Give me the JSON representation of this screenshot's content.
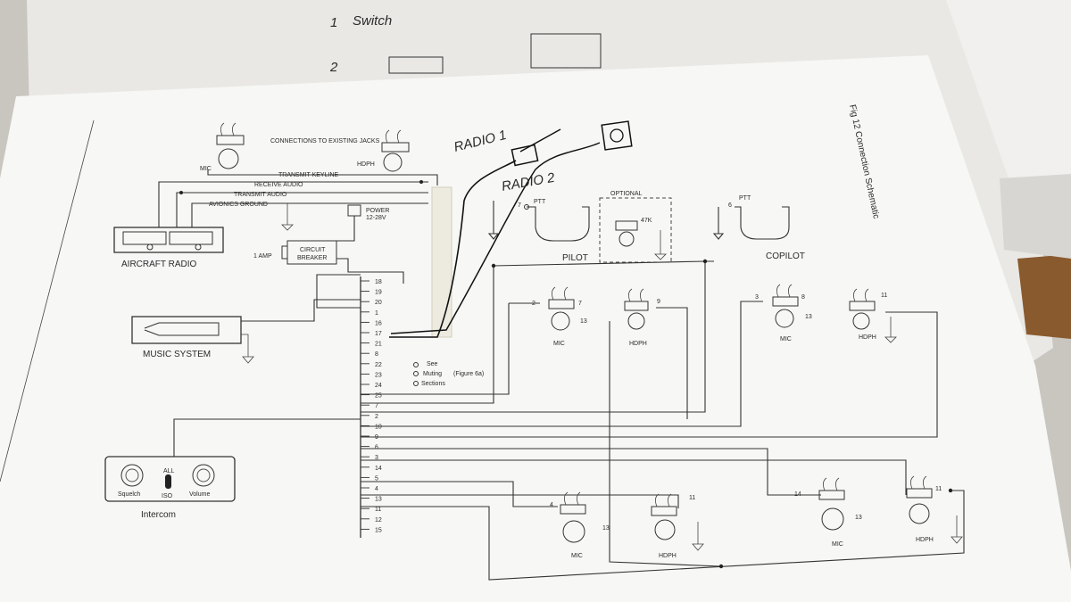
{
  "sheet": {
    "title": "Fig 12 Connection Schematic",
    "top_sheet_scribble": "Switch",
    "top_sheet_numbers": [
      "1",
      "2"
    ]
  },
  "handwritten": {
    "radio1": "RADIO 1",
    "radio2": "RADIO 2"
  },
  "left_section": {
    "connections_note": "CONNECTIONS TO EXISTING JACKS",
    "mic": "MIC",
    "hdph": "HDPH",
    "transmit_keyline": "TRANSMIT KEYLINE",
    "receive_audio": "RECEIVE AUDIO",
    "transmit_audio": "TRANSMIT AUDIO",
    "avionics_ground": "AVIONICS GROUND",
    "aircraft_radio": "AIRCRAFT RADIO",
    "power_label": "POWER",
    "power_voltage": "12-28V",
    "one_amp": "1 AMP",
    "circuit": "CIRCUIT",
    "breaker": "BREAKER",
    "music_system": "MUSIC SYSTEM",
    "intercom": "Intercom",
    "squelch": "Squelch",
    "volume": "Volume",
    "all": "ALL",
    "iso": "ISO"
  },
  "terminal_pins": [
    "18",
    "19",
    "20",
    "1",
    "16",
    "17",
    "21",
    "8",
    "22",
    "23",
    "24",
    "25",
    "7",
    "2",
    "10",
    "9",
    "6",
    "3",
    "14",
    "5",
    "4",
    "13",
    "11",
    "12",
    "15"
  ],
  "see_note": {
    "see": "See",
    "muting": "Muting",
    "figure": "(Figure 6a)",
    "sections": "Sections"
  },
  "right_section": {
    "ptt": "PTT",
    "optional": "OPTIONAL",
    "resistor": "47K",
    "pilot": "PILOT",
    "copilot": "COPILOT",
    "mic": "MIC",
    "hdph": "HDPH",
    "pin_labels": [
      "7",
      "6",
      "2",
      "7",
      "13",
      "9",
      "3",
      "8",
      "13",
      "11",
      "4",
      "13",
      "11",
      "14",
      "13",
      "11"
    ]
  }
}
